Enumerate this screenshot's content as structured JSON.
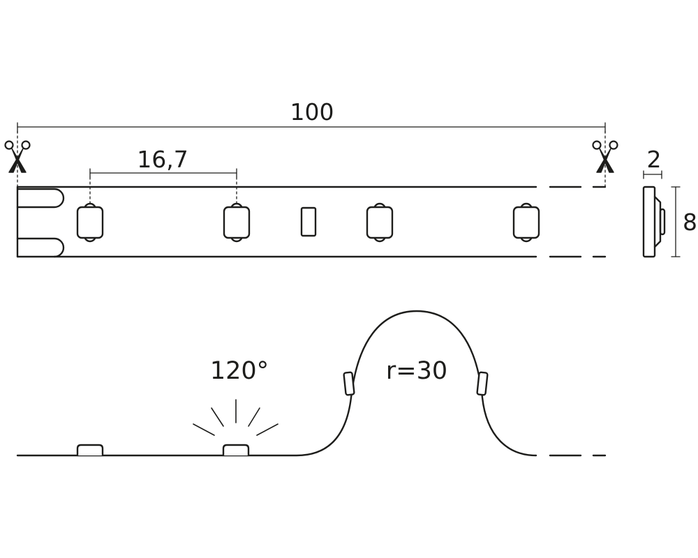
{
  "dimensions": {
    "length": "100",
    "led_pitch": "16,7",
    "thickness": "2",
    "width": "8",
    "beam_angle": "120°",
    "bend_radius": "r=30"
  },
  "icons": [
    "scissors-icon",
    "scissors-icon"
  ],
  "colors": {
    "line": "#1d1d1b",
    "background": "#ffffff"
  }
}
